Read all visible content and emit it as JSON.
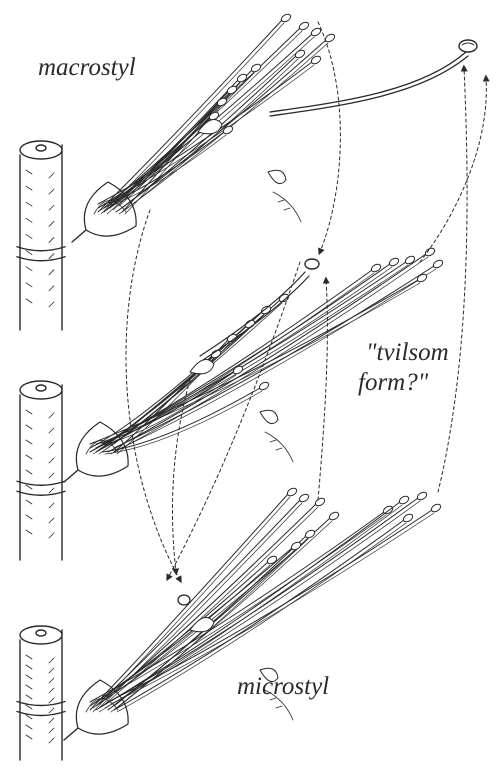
{
  "labels": {
    "macrostyl": "macrostyl",
    "tvilsom_line1": "\"tvilsom",
    "tvilsom_line2": "form?\"",
    "microstyl": "microstyl"
  },
  "colors": {
    "ink": "#2a2a2a",
    "background": "#ffffff"
  }
}
